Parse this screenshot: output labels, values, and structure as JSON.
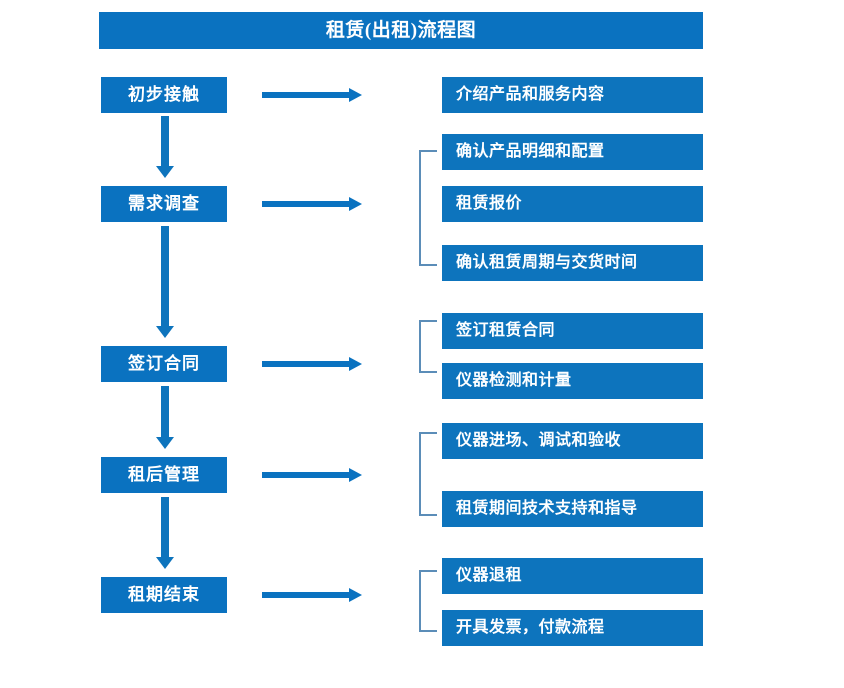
{
  "title": "租赁(出租)流程图",
  "colors": {
    "primary_blue": "#0a72c0",
    "box_blue": "#0d74bd",
    "bracket_blue": "#5b8db8",
    "text_white": "#ffffff",
    "background": "#ffffff"
  },
  "stages": [
    {
      "id": "initial-contact",
      "label": "初步接触"
    },
    {
      "id": "requirement-survey",
      "label": "需求调查"
    },
    {
      "id": "sign-contract",
      "label": "签订合同"
    },
    {
      "id": "post-rental-management",
      "label": "租后管理"
    },
    {
      "id": "rental-end",
      "label": "租期结束"
    }
  ],
  "details": {
    "initial_contact": [
      {
        "label": "介绍产品和服务内容"
      }
    ],
    "requirement_survey": [
      {
        "label": "确认产品明细和配置"
      },
      {
        "label": "租赁报价"
      },
      {
        "label": "确认租赁周期与交货时间"
      }
    ],
    "sign_contract": [
      {
        "label": "签订租赁合同"
      },
      {
        "label": "仪器检测和计量"
      }
    ],
    "post_rental_management": [
      {
        "label": "仪器进场、调试和验收"
      },
      {
        "label": "租赁期间技术支持和指导"
      }
    ],
    "rental_end": [
      {
        "label": "仪器退租"
      },
      {
        "label": "开具发票，付款流程"
      }
    ]
  },
  "chart_data": {
    "type": "diagram",
    "diagram_type": "flowchart",
    "title": "租赁(出租)流程图",
    "orientation": "vertical-with-branches",
    "nodes": [
      {
        "id": "initial-contact",
        "label": "初步接触",
        "column": "left",
        "order": 1
      },
      {
        "id": "requirement-survey",
        "label": "需求调查",
        "column": "left",
        "order": 2
      },
      {
        "id": "sign-contract",
        "label": "签订合同",
        "column": "left",
        "order": 3
      },
      {
        "id": "post-rental-management",
        "label": "租后管理",
        "column": "left",
        "order": 4
      },
      {
        "id": "rental-end",
        "label": "租期结束",
        "column": "left",
        "order": 5
      },
      {
        "id": "d1",
        "label": "介绍产品和服务内容",
        "column": "right",
        "parent": "initial-contact"
      },
      {
        "id": "d2",
        "label": "确认产品明细和配置",
        "column": "right",
        "parent": "requirement-survey"
      },
      {
        "id": "d3",
        "label": "租赁报价",
        "column": "right",
        "parent": "requirement-survey"
      },
      {
        "id": "d4",
        "label": "确认租赁周期与交货时间",
        "column": "right",
        "parent": "requirement-survey"
      },
      {
        "id": "d5",
        "label": "签订租赁合同",
        "column": "right",
        "parent": "sign-contract"
      },
      {
        "id": "d6",
        "label": "仪器检测和计量",
        "column": "right",
        "parent": "sign-contract"
      },
      {
        "id": "d7",
        "label": "仪器进场、调试和验收",
        "column": "right",
        "parent": "post-rental-management"
      },
      {
        "id": "d8",
        "label": "租赁期间技术支持和指导",
        "column": "right",
        "parent": "post-rental-management"
      },
      {
        "id": "d9",
        "label": "仪器退租",
        "column": "right",
        "parent": "rental-end"
      },
      {
        "id": "d10",
        "label": "开具发票，付款流程",
        "column": "right",
        "parent": "rental-end"
      }
    ],
    "edges": [
      {
        "from": "initial-contact",
        "to": "requirement-survey",
        "type": "down-arrow"
      },
      {
        "from": "requirement-survey",
        "to": "sign-contract",
        "type": "down-arrow"
      },
      {
        "from": "sign-contract",
        "to": "post-rental-management",
        "type": "down-arrow"
      },
      {
        "from": "post-rental-management",
        "to": "rental-end",
        "type": "down-arrow"
      },
      {
        "from": "initial-contact",
        "to": "d1",
        "type": "right-arrow"
      },
      {
        "from": "requirement-survey",
        "to": "d2,d3,d4",
        "type": "right-arrow-bracket"
      },
      {
        "from": "sign-contract",
        "to": "d5,d6",
        "type": "right-arrow-bracket"
      },
      {
        "from": "post-rental-management",
        "to": "d7,d8",
        "type": "right-arrow-bracket"
      },
      {
        "from": "rental-end",
        "to": "d9,d10",
        "type": "right-arrow-bracket"
      }
    ]
  }
}
